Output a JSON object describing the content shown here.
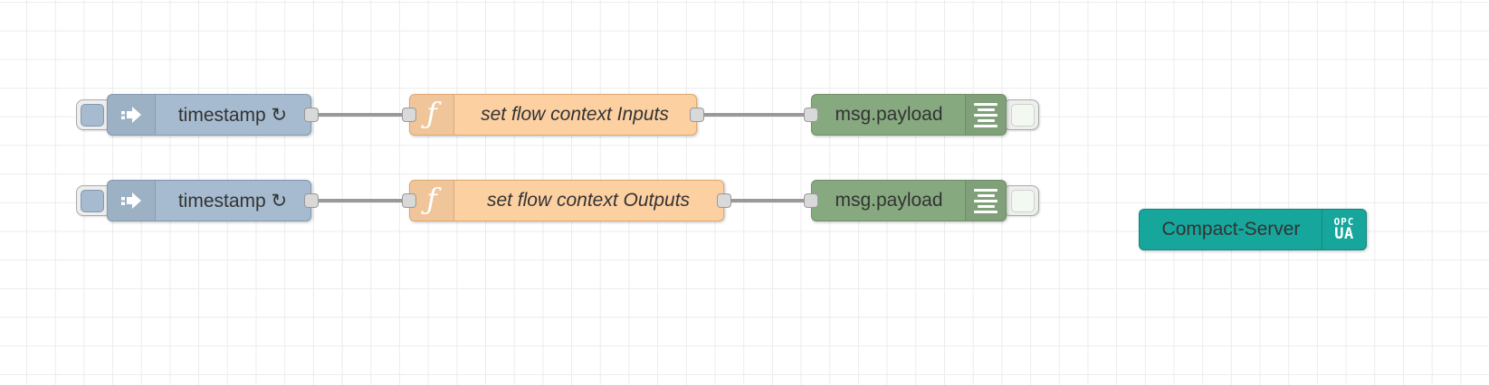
{
  "app": {
    "title": "Node-RED flow workspace"
  },
  "canvas": {
    "background": "#ffffff",
    "grid_color": "#ececec",
    "wire_color": "#999999",
    "port_color": "#d9d9d9",
    "label_color": "#333333"
  },
  "palette_colors": {
    "inject": "#a6bbcf",
    "function": "#fdd0a2",
    "debug": "#87a980",
    "opcua_server": "#17a69b"
  },
  "icons": {
    "function_glyph": "ƒ",
    "inject_icon": "arrow-right-icon",
    "debug_icon": "output-lines-icon",
    "repeat_glyph": "↻"
  },
  "nodes": [
    {
      "id": "inject-top",
      "type": "inject",
      "label": "timestamp ↻"
    },
    {
      "id": "function-top",
      "type": "function",
      "label": "set flow context Inputs"
    },
    {
      "id": "debug-top",
      "type": "debug",
      "label": "msg.payload"
    },
    {
      "id": "inject-bottom",
      "type": "inject",
      "label": "timestamp ↻"
    },
    {
      "id": "function-bottom",
      "type": "function",
      "label": "set flow context Outputs"
    },
    {
      "id": "debug-bottom",
      "type": "debug",
      "label": "msg.payload"
    },
    {
      "id": "opcua-server",
      "type": "opcua-compact-server",
      "label": "Compact-Server",
      "badge_top": "OPC",
      "badge_bottom": "UA"
    }
  ]
}
